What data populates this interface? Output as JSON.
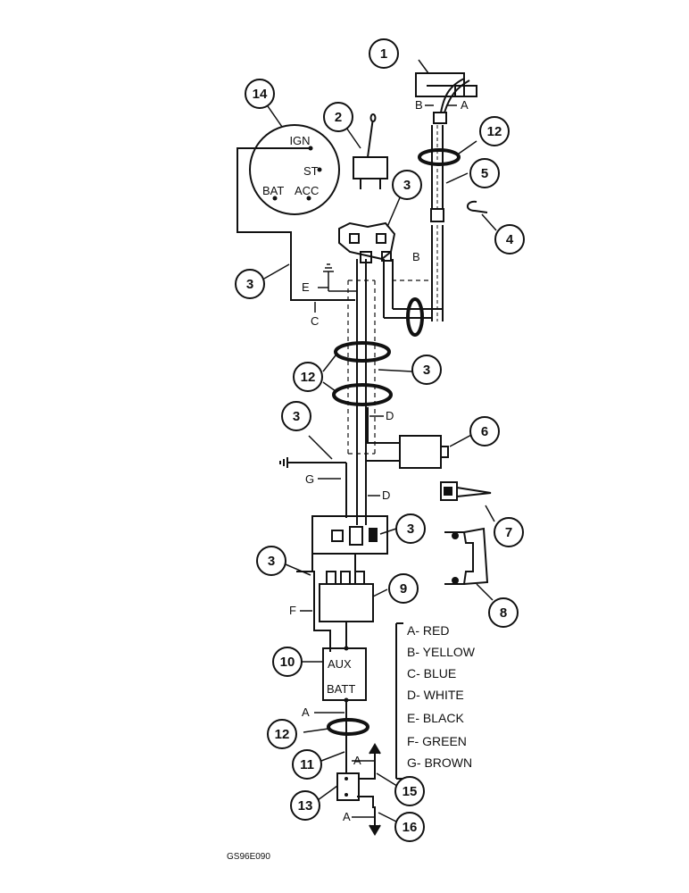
{
  "callouts": [
    "1",
    "2",
    "3",
    "4",
    "5",
    "6",
    "7",
    "8",
    "9",
    "10",
    "11",
    "12",
    "13",
    "14",
    "15",
    "16"
  ],
  "ignition_switch": {
    "ign": "IGN",
    "st": "ST",
    "bat": "BAT",
    "acc": "ACC"
  },
  "battery_terminal": {
    "aux": "AUX",
    "batt": "BATT"
  },
  "wire_letters": {
    "a": "A",
    "b": "B",
    "c": "C",
    "d": "D",
    "e": "E",
    "f": "F",
    "g": "G"
  },
  "legend": [
    "A- RED",
    "B- YELLOW",
    "C- BLUE",
    "D- WHITE",
    "E- BLACK",
    "F- GREEN",
    "G- BROWN"
  ],
  "figure_code": "GS96E090",
  "colors": {
    "ink": "#111111",
    "paper": "#ffffff"
  }
}
